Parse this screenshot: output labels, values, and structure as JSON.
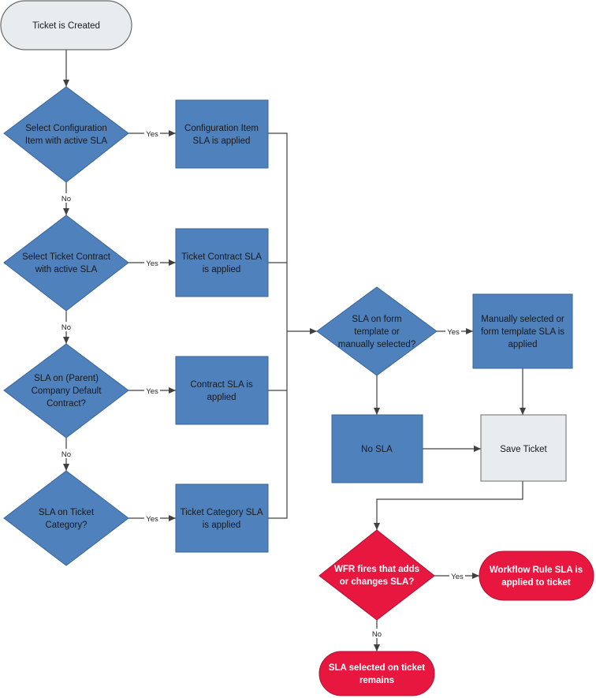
{
  "colors": {
    "process_blue": "#4f81bd",
    "process_stroke": "#3a6599",
    "decision_blue": "#4f81bd",
    "terminal_gray": "#e8ecee",
    "terminal_stroke": "#6b6b6b",
    "alert_red": "#e8173f",
    "alert_stroke": "#b01030",
    "connector": "#404040"
  },
  "nodes": {
    "ticket_created": {
      "lines": [
        "Ticket is Created"
      ]
    },
    "dec_ci": {
      "lines": [
        "Select Configuration",
        "Item with active SLA"
      ]
    },
    "proc_ci": {
      "lines": [
        "Configuration Item",
        "SLA is applied"
      ]
    },
    "dec_contract": {
      "lines": [
        "Select Ticket Contract",
        "with active SLA"
      ]
    },
    "proc_contract": {
      "lines": [
        "Ticket Contract SLA",
        "is applied"
      ]
    },
    "dec_parent": {
      "lines": [
        "SLA on (Parent)",
        "Company Default",
        "Contract?"
      ]
    },
    "proc_parent": {
      "lines": [
        "Contract SLA is",
        "applied"
      ]
    },
    "dec_category": {
      "lines": [
        "SLA on Ticket",
        "Category?"
      ]
    },
    "proc_category": {
      "lines": [
        "Ticket Category SLA",
        "is applied"
      ]
    },
    "dec_form": {
      "lines": [
        "SLA on form",
        "template or",
        "manually selected?"
      ]
    },
    "proc_manual": {
      "lines": [
        "Manually selected or",
        "form template SLA is",
        "applied"
      ]
    },
    "proc_nosla": {
      "lines": [
        "No SLA"
      ]
    },
    "save_ticket": {
      "lines": [
        "Save Ticket"
      ]
    },
    "dec_wfr": {
      "lines": [
        "WFR fires that adds",
        "or changes SLA?"
      ]
    },
    "term_wfr": {
      "lines": [
        "Workflow Rule SLA is",
        "applied to ticket"
      ]
    },
    "term_remains": {
      "lines": [
        "SLA selected on ticket",
        "remains"
      ]
    }
  },
  "edge_labels": {
    "yes": "Yes",
    "no": "No"
  }
}
